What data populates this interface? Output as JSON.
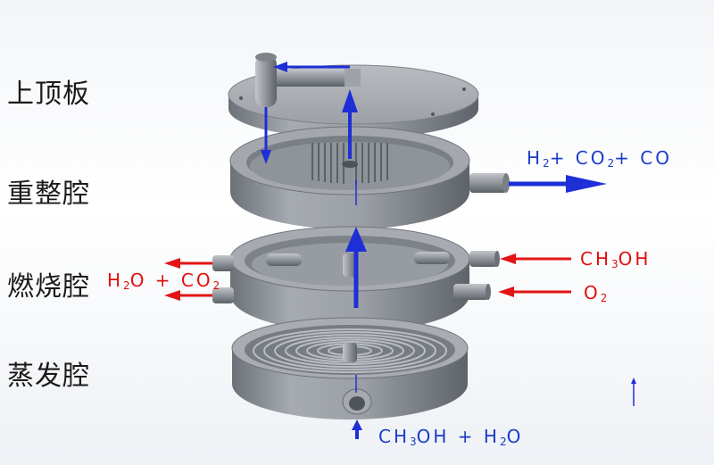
{
  "labels": {
    "top_plate": "上顶板",
    "reforming_chamber": "重整腔",
    "combustion_chamber": "燃烧腔",
    "evaporation_chamber": "蒸发腔"
  },
  "flows": {
    "reformer_out": {
      "main": "H",
      "sub1": "2",
      "mid1": "+ CO",
      "sub2": "2",
      "tail": "+ CO"
    },
    "combustion_out": {
      "main": "H",
      "sub1": "2",
      "mid1": "O + CO",
      "sub2": "2"
    },
    "methanol_in": {
      "main": "CH",
      "sub1": "3",
      "mid1": "OH"
    },
    "oxygen_in": {
      "main": "O",
      "sub1": "2"
    },
    "feed_in": {
      "main": "CH",
      "sub1": "3",
      "mid1": "OH + H",
      "sub2": "2",
      "tail": "O"
    }
  },
  "colors": {
    "steel_light": "#a9adb3",
    "steel_mid": "#8e9399",
    "steel_dark": "#5f646b",
    "blue_arrow": "#1e2fd8",
    "red_arrow": "#e31414"
  }
}
